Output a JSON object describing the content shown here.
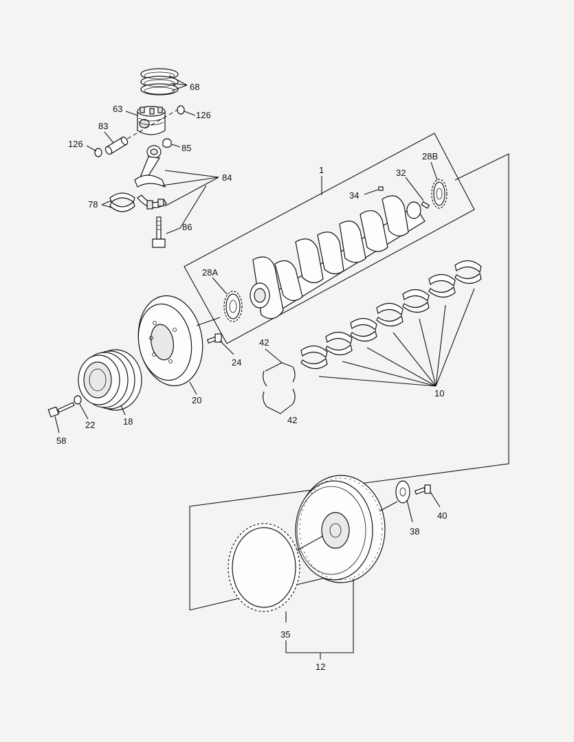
{
  "diagram": {
    "callouts": {
      "c68": "68",
      "c63": "63",
      "c126a": "126",
      "c83": "83",
      "c126b": "126",
      "c85": "85",
      "c84": "84",
      "c78": "78",
      "c86": "86",
      "c1": "1",
      "c28B": "28B",
      "c32": "32",
      "c34": "34",
      "c28A": "28A",
      "c24": "24",
      "c42a": "42",
      "c42b": "42",
      "c10": "10",
      "c20": "20",
      "c18": "18",
      "c22": "22",
      "c58": "58",
      "c38": "38",
      "c40": "40",
      "c35": "35",
      "c12": "12"
    }
  }
}
